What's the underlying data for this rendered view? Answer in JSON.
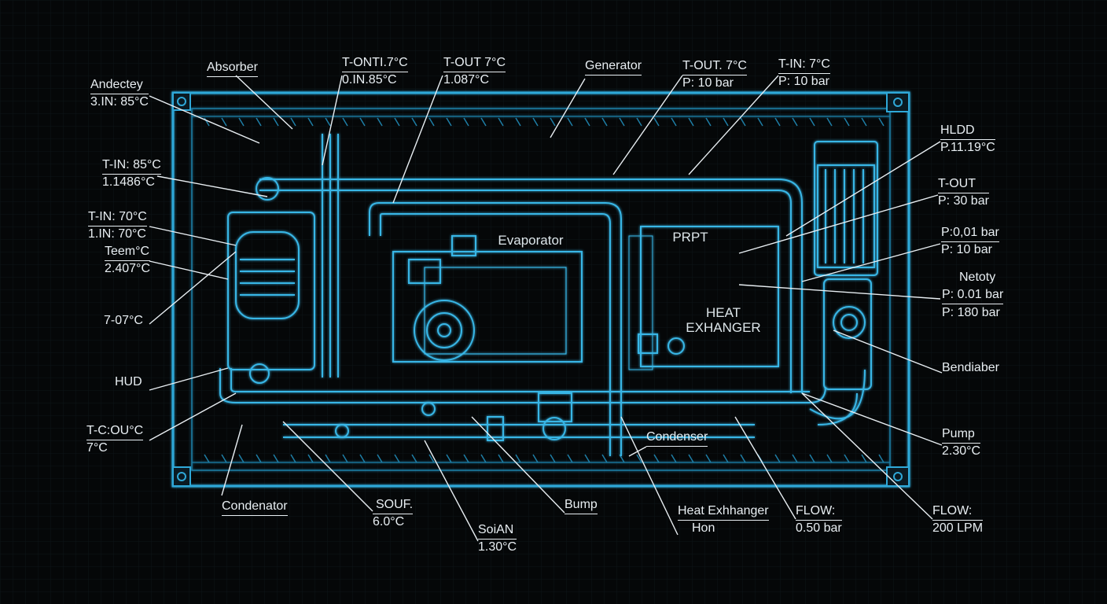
{
  "colors": {
    "background": "#050708",
    "frame": "#2fa8d8",
    "leader": "#e8eef2"
  },
  "inner_labels": {
    "evaporator": "Evaporator",
    "prpt": "PRPT",
    "heat_exchanger": [
      "HEAT",
      "EXHANGER"
    ]
  },
  "callouts": {
    "andectey": [
      "Andectey",
      "3.IN: 85°C"
    ],
    "absorber": [
      "Absorber"
    ],
    "t_onti": [
      "T-ONTI.7°C",
      "0.IN.85°C"
    ],
    "t_out_1": [
      "T-OUT 7°C",
      "1.087°C"
    ],
    "generator": [
      "Generator"
    ],
    "t_out_2": [
      "T-OUT. 7°C",
      "P: 10 bar"
    ],
    "t_in_1": [
      "T-IN: 7°C",
      "P: 10 bar"
    ],
    "t_in_85": [
      "T-IN: 85°C",
      "1.1486°C"
    ],
    "t_in_70": [
      "T-IN: 70°C",
      "1.IN: 70°C"
    ],
    "teemd": [
      "Teem°C",
      "2.407°C"
    ],
    "temp_707": [
      "7-07°C"
    ],
    "hud_left": [
      "HUD"
    ],
    "t_c_out": [
      "T-C:OU°C",
      "7°C"
    ],
    "hldd": [
      "HLDD",
      "P.11.19°C"
    ],
    "t_out_right": [
      "T-OUT",
      "P: 30 bar"
    ],
    "p_001_1": [
      "P:0,01 bar",
      "P: 10 bar"
    ],
    "netoty": [
      "Netoty",
      "P: 0.01 bar",
      "P: 180 bar"
    ],
    "bendiaber": [
      "Bendiaber"
    ],
    "pump_right": [
      "Pump",
      "2.30°C"
    ],
    "condenator": [
      "Condenator"
    ],
    "souf": [
      "SOUF.",
      "6.0°C"
    ],
    "soian": [
      "SoiAN",
      "1.30°C"
    ],
    "bump": [
      "Bump"
    ],
    "condenser": [
      "Condenser"
    ],
    "heat_exh": [
      "Heat Exhhanger",
      "Hon"
    ],
    "flow_1": [
      "FLOW:",
      "0.50 bar"
    ],
    "flow_2": [
      "FLOW:",
      "200 LPM"
    ]
  }
}
